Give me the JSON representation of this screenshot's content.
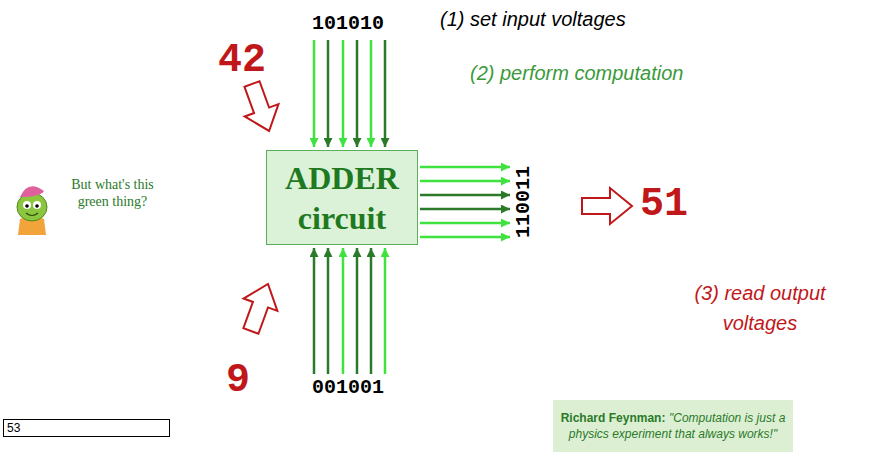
{
  "diagram": {
    "nodes": [
      {
        "text": [
          "ADDER circuit"
        ]
      },
      {
        "text": [
          "Richard Feynman:",
          "\"Computation is just a physics experiment that always works!\""
        ]
      },
      {
        "text": [
          "53"
        ]
      }
    ],
    "labels": [
      "42",
      "101010",
      "(1) set input voltages",
      "(2) perform computation",
      "110011",
      "51",
      "(3) read output voltages",
      "9",
      "001001",
      "But what's this green thing?"
    ]
  }
}
